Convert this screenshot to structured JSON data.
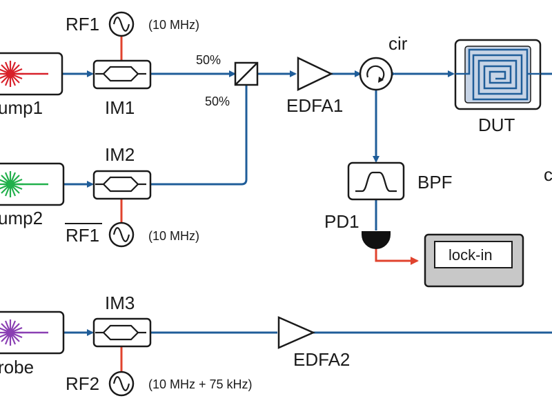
{
  "labels": {
    "rf1_top": "RF1",
    "rf1_top_freq": "(10 MHz)",
    "pump1": "ump1",
    "im1": "IM1",
    "split_top": "50%",
    "split_bottom": "50%",
    "edfa1": "EDFA1",
    "cir": "cir",
    "dut": "DUT",
    "im2": "IM2",
    "pump2": "ump2",
    "bpf": "BPF",
    "pd1": "PD1",
    "rf1_bar": "RF1",
    "rf1_bar_freq": "(10 MHz)",
    "lockin": "lock-in",
    "im3": "IM3",
    "probe": "robe",
    "edfa2": "EDFA2",
    "rf2": "RF2",
    "rf2_freq": "(10 MHz + 75 kHz)",
    "right_edge": "c"
  },
  "colors": {
    "fiber": "#1f5d99",
    "rf": "#e0432e",
    "pump1_laser": "#d8202a",
    "pump2_laser": "#21b04b",
    "probe_laser": "#8a3fb3",
    "lockin_fill": "#c8c8c8",
    "dut_fill": "#c7d4e6"
  }
}
